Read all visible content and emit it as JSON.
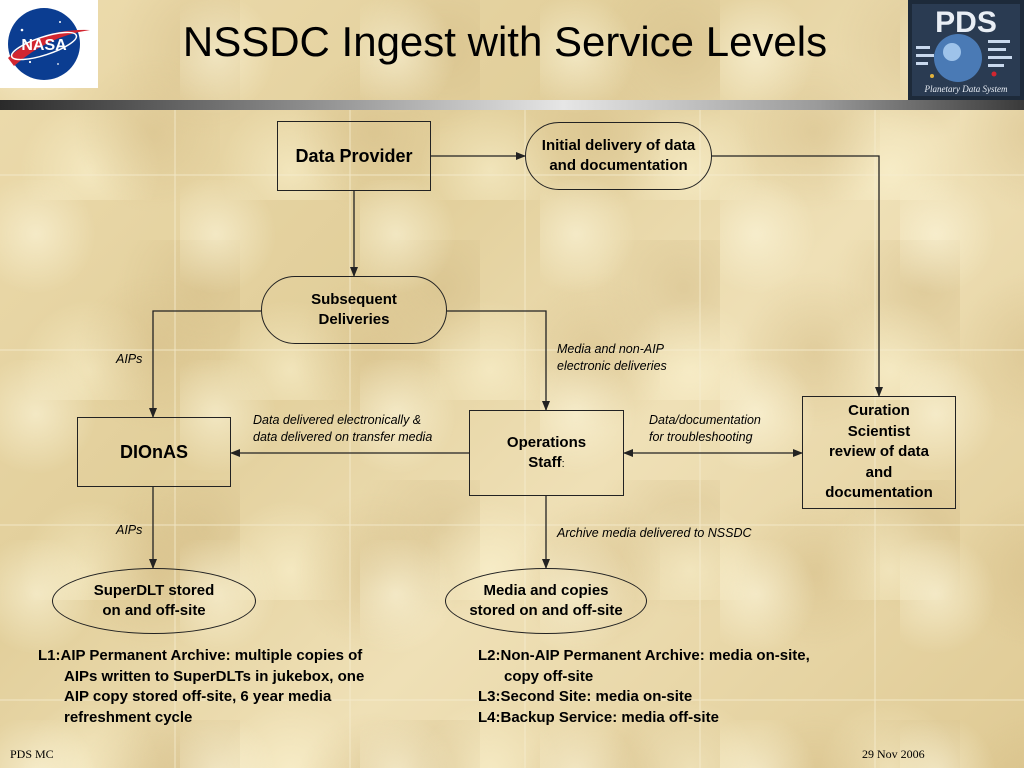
{
  "title": "NSSDC Ingest with Service Levels",
  "logos": {
    "left": "NASA",
    "right": "PDS",
    "right_tagline": "Planetary Data System"
  },
  "nodes": {
    "data_provider": "Data Provider",
    "initial_delivery": [
      "Initial delivery of data",
      "and documentation"
    ],
    "subsequent": [
      "Subsequent",
      "Deliveries"
    ],
    "dionas": "DIOnAS",
    "operations": [
      "Operations",
      "Staff"
    ],
    "operations_suffix": ":",
    "curation": [
      "Curation",
      "Scientist",
      "review of data",
      "and",
      "documentation"
    ],
    "superdlt": [
      "SuperDLT stored",
      "on and off-site"
    ],
    "media_copies": [
      "Media and copies",
      "stored on and off-site"
    ]
  },
  "edge_labels": {
    "aips_top": "AIPs",
    "aips_bottom": "AIPs",
    "media_nonaip": [
      "Media and non-AIP",
      "electronic deliveries"
    ],
    "data_electronic": [
      "Data delivered electronically &",
      "data delivered on transfer media"
    ],
    "data_doc": [
      "Data/documentation",
      "for troubleshooting"
    ],
    "archive_media": "Archive media delivered to NSSDC"
  },
  "notes": {
    "left": [
      "L1:AIP Permanent Archive: multiple copies of",
      "AIPs written to SuperDLTs in jukebox, one",
      "AIP copy stored off-site, 6 year media",
      "refreshment cycle"
    ],
    "right": [
      "L2:Non-AIP Permanent Archive: media on-site,",
      "copy off-site",
      "L3:Second Site: media on-site",
      "L4:Backup Service: media off-site"
    ]
  },
  "footer": {
    "left": "PDS MC",
    "right": "29 Nov 2006"
  },
  "colors": {
    "background": "#e8d7a6",
    "stroke": "#222222",
    "nasa_blue": "#0b3d91",
    "nasa_red": "#d22630",
    "pds_bg": "#1d2a3a"
  }
}
